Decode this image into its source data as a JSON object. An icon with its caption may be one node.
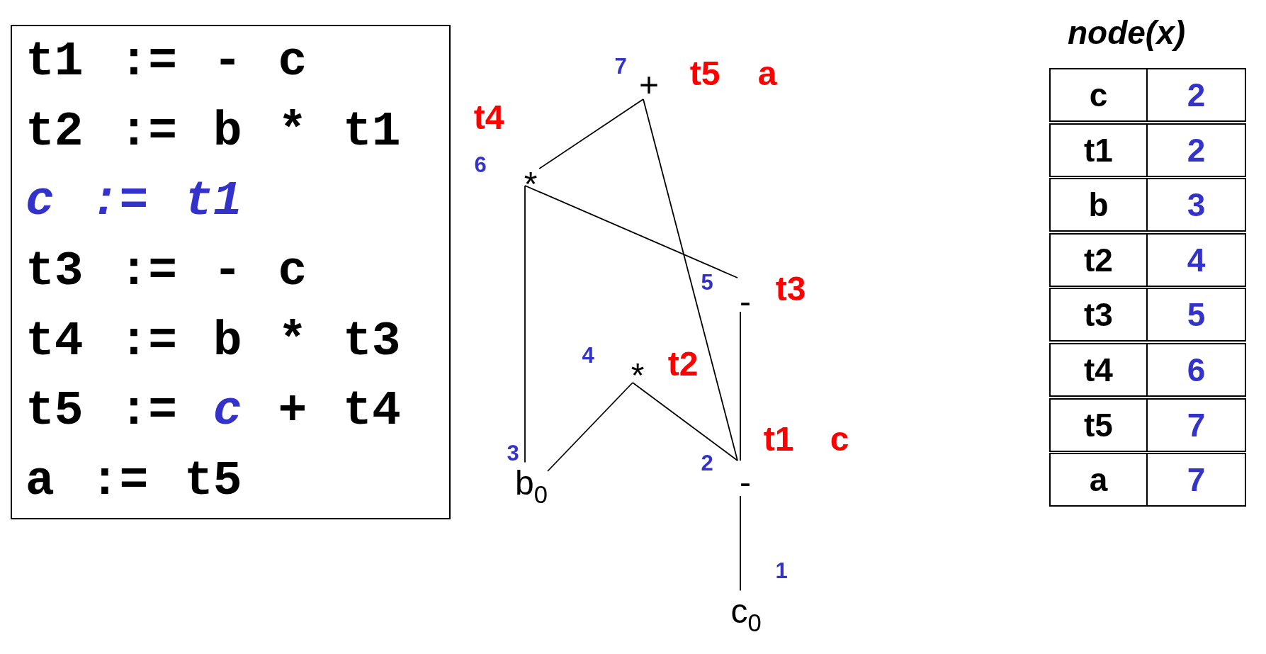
{
  "diagram": {
    "nodes": [
      {
        "text": [
          "t1 := - c",
          "t2 := b * t1",
          "c := t1",
          "t3 := - c",
          "t4 := b * t3",
          "t5 := *c* + t4",
          "a := t5"
        ]
      },
      {
        "text": [
          "+"
        ],
        "beside": [
          "7",
          "t5",
          "a"
        ]
      },
      {
        "text": [
          "*"
        ],
        "beside": [
          "t4",
          "6"
        ]
      },
      {
        "text": [
          "-"
        ],
        "beside": [
          "5",
          "t3"
        ]
      },
      {
        "text": [
          "*"
        ],
        "beside": [
          "4",
          "t2"
        ]
      },
      {
        "text": [
          "b$_{0}$"
        ],
        "beside": [
          "3"
        ]
      },
      {
        "text": [
          "-"
        ],
        "beside": [
          "t1",
          "c",
          "2"
        ]
      },
      {
        "text": [
          "c$_{0}$"
        ],
        "beside": [
          "1"
        ]
      }
    ],
    "edges": [
      {
        "from": 1,
        "to": 2,
        "arrow": "none"
      },
      {
        "from": 1,
        "to": 6,
        "arrow": "none"
      },
      {
        "from": 2,
        "to": 5,
        "arrow": "none"
      },
      {
        "from": 2,
        "to": 3,
        "arrow": "none"
      },
      {
        "from": 3,
        "to": 6,
        "arrow": "none"
      },
      {
        "from": 4,
        "to": 5,
        "arrow": "none"
      },
      {
        "from": 4,
        "to": 6,
        "arrow": "none"
      },
      {
        "from": 6,
        "to": 7,
        "arrow": "none"
      }
    ],
    "labels": [
      "node(x)",
      "c",
      "2",
      "t1",
      "2",
      "b",
      "3",
      "t2",
      "4",
      "t3",
      "5",
      "t4",
      "6",
      "t5",
      "7",
      "a",
      "7"
    ]
  }
}
